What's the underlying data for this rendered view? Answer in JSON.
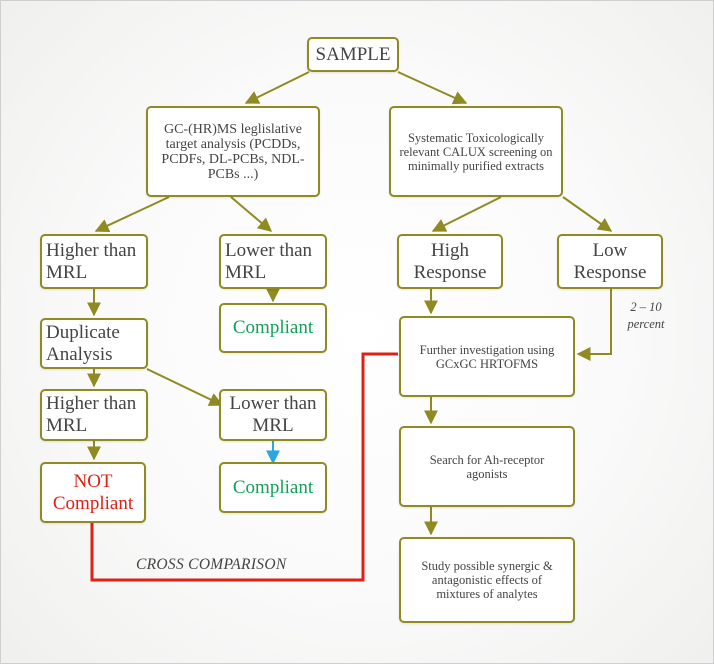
{
  "nodes": {
    "sample": "SAMPLE",
    "gc_ms": "GC-(HR)MS leglislative target analysis (PCDDs, PCDFs, DL-PCBs, NDL-PCBs ...)",
    "calux": "Systematic Toxicologically relevant CALUX screening on minimally purified extracts",
    "higher_mrl_1": "Higher than MRL",
    "lower_mrl_1": "Lower than MRL",
    "compliant_1": "Compliant",
    "duplicate": "Duplicate Analysis",
    "higher_mrl_2": "Higher than MRL",
    "lower_mrl_2": "Lower than MRL",
    "not_compliant": "NOT Compliant",
    "compliant_2": "Compliant",
    "high_response": "High Response",
    "low_response": "Low Response",
    "further": "Further investigation using GCxGC HRTOFMS",
    "search": "Search for Ah-receptor agonists",
    "study": "Study possible synergic & antagonistic effects of mixtures of analytes"
  },
  "labels": {
    "percent": "2 – 10 percent",
    "cross": "CROSS COMPARISON"
  },
  "colors": {
    "box_border": "#8f8a22",
    "arrow": "#8f8a22",
    "cross_line": "#e02015",
    "compliant_text": "#12a05a",
    "not_compliant_text": "#e02015",
    "blue_arrow": "#2aa6e0"
  }
}
